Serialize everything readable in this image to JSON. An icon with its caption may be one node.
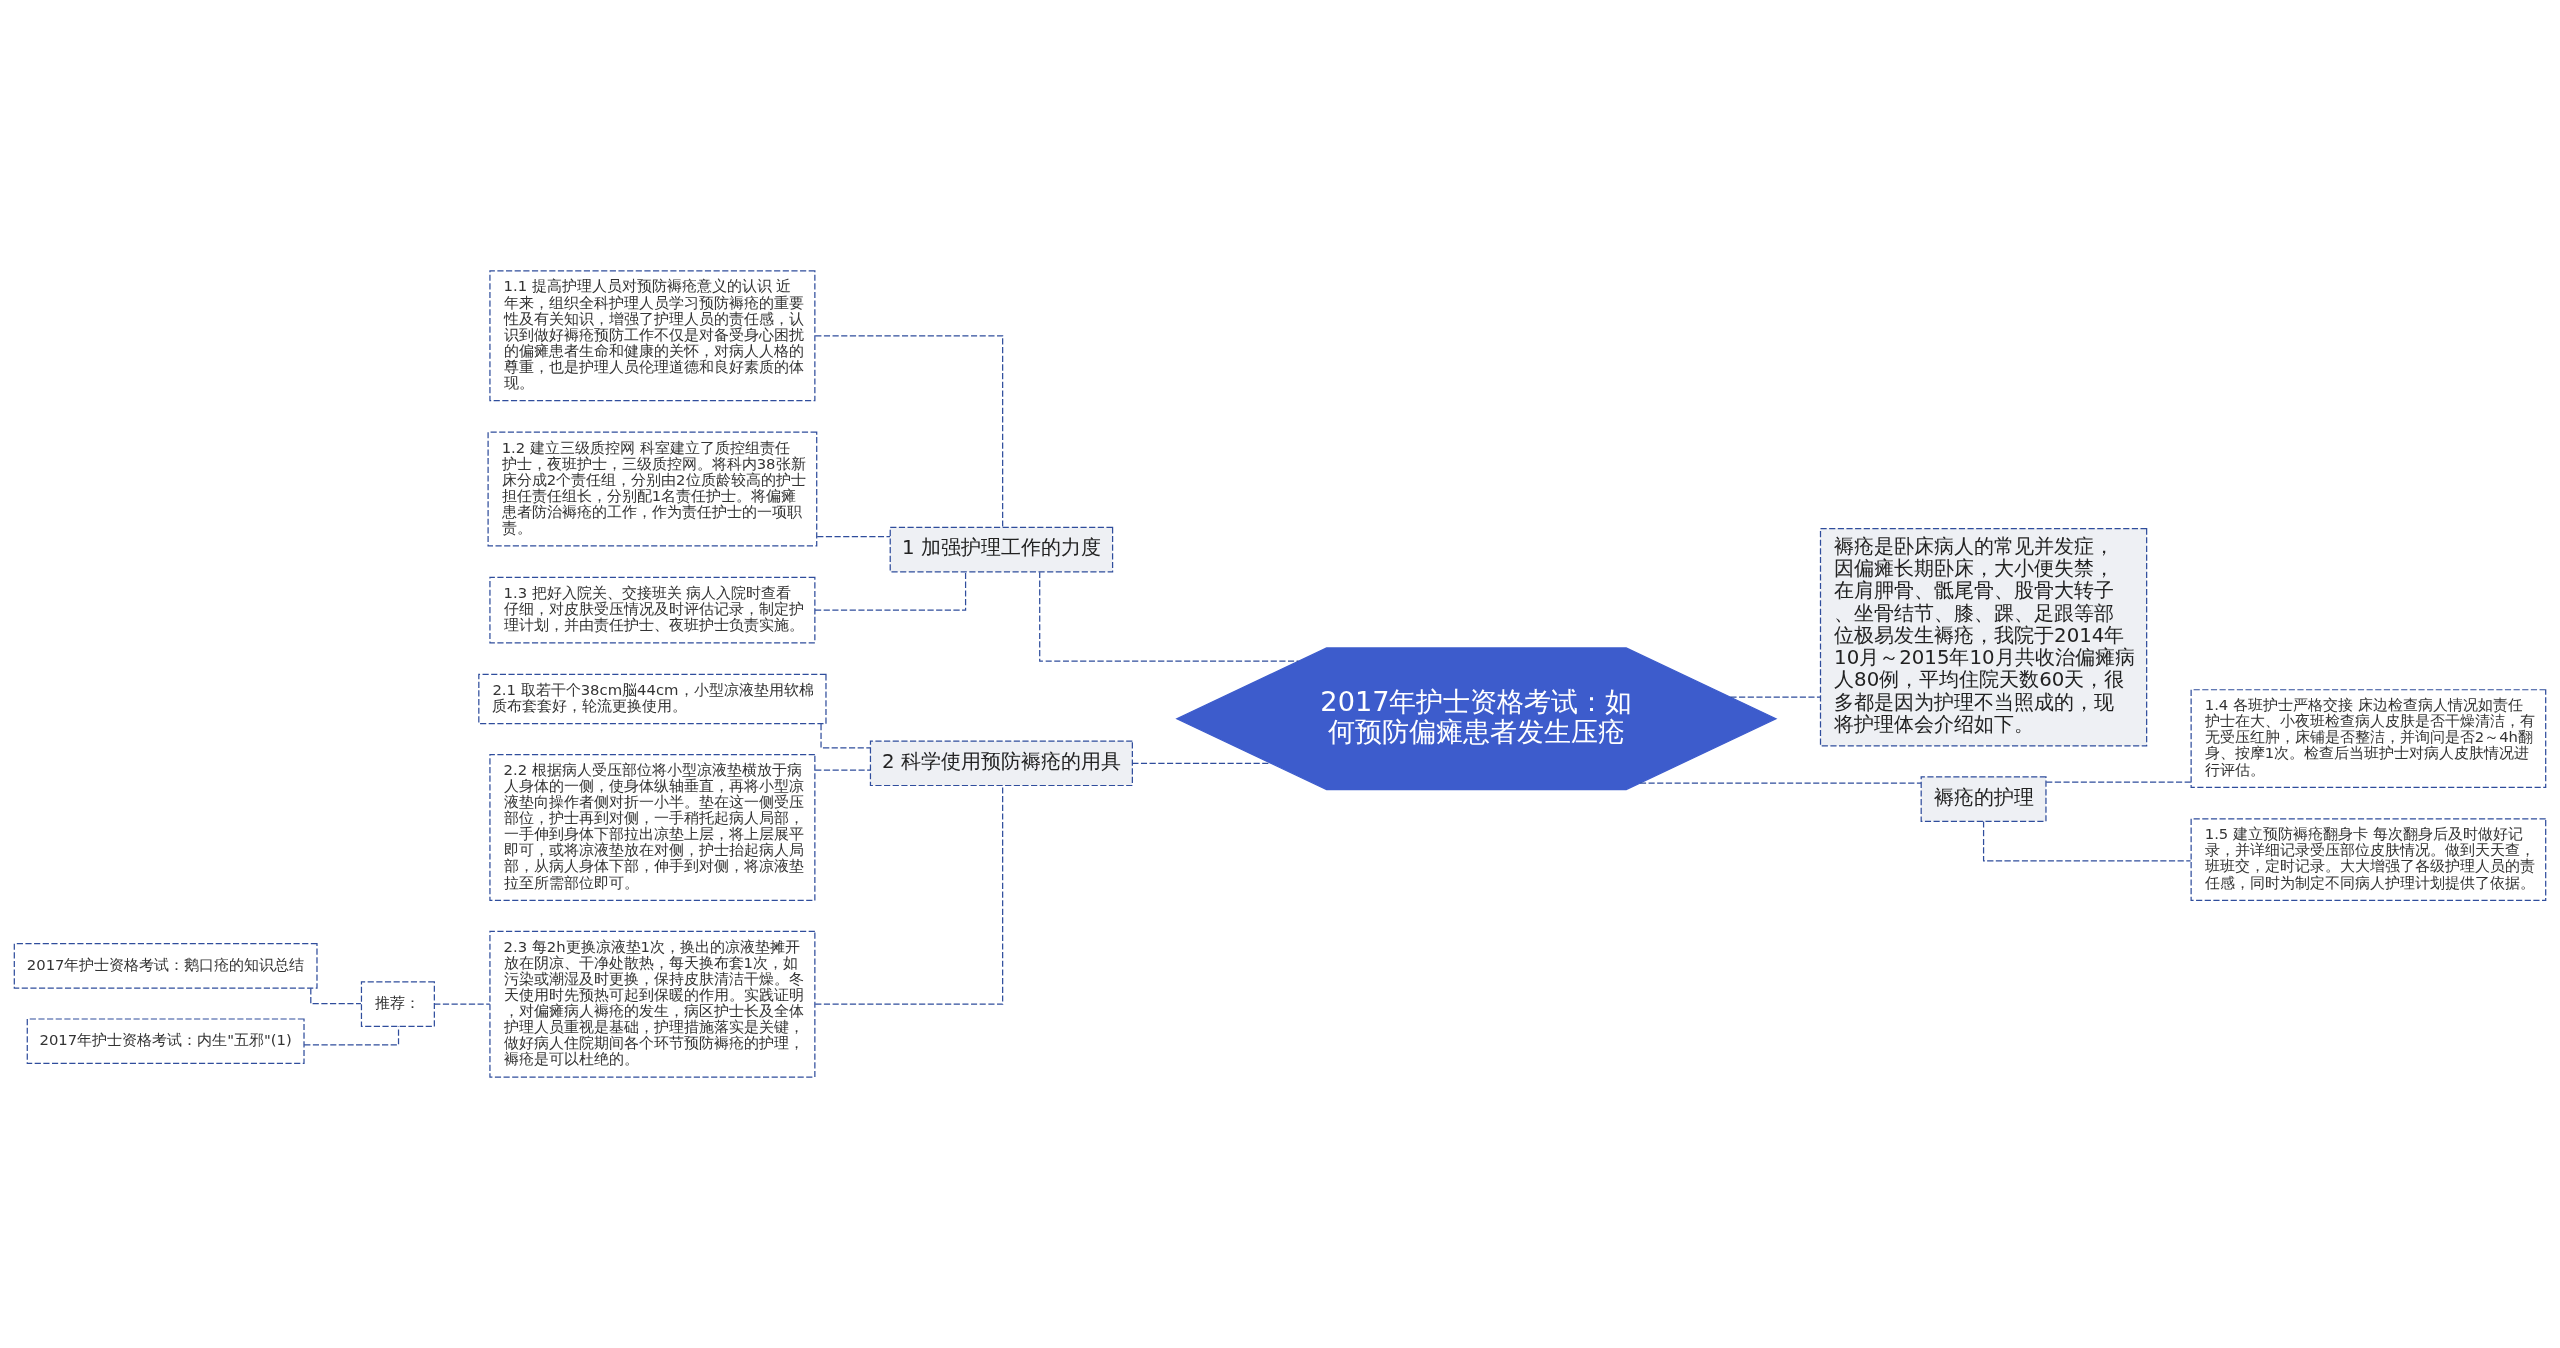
{
  "diagram": {
    "nodes": [
      {
        "text": [
          "2017年护士资格考试：如何预防偏瘫患者发生压疮"
        ]
      },
      {
        "text": [
          "1 加强护理工作的力度"
        ]
      },
      {
        "text": [
          "1.1 提高护理人员对预防褥疮意义的认识 近年来，组织全科护理人员学习预防褥疮的重要性及有关知识，增强了护理人员的责任感，认识到做好褥疮预防工作不仅是对备受身心困扰的偏瘫患者生命和健康的关怀，对病人人格的尊重，也是护理人员伦理道德和良好素质的体现。"
        ]
      },
      {
        "text": [
          "1.2 建立三级质控网 科室建立了质控组责任护士，夜班护士，三级质控网。将科内38张新床分成2个责任组，分别由2位质龄较高的护士担任责任组长，分别配1名责任护士。将偏瘫患者防治褥疮的工作，作为责任护士的一项职责。"
        ]
      },
      {
        "text": [
          "1.3 把好入院关、交接班关 病人入院时查看仔细，对皮肤受压情况及时评估记录，制定护理计划，并由责任护士、夜班护士负责实施。"
        ]
      },
      {
        "text": [
          "2 科学使用预防褥疮的用具"
        ]
      },
      {
        "text": [
          "2.1 取若干个38cm脳44cm，小型凉液垫用软棉质布套套好，轮流更换使用。"
        ]
      },
      {
        "text": [
          "2.2 根据病人受压部位将小型凉液垫横放于病人身体的一侧，使身体纵轴垂直，再将小型凉液垫向操作者侧对折一小半。垫在这一侧受压部位，护士再到对侧，一手稍托起病人局部，一手伸到身体下部拉出凉垫上层，将上层展平即可，或将凉液垫放在对侧，护士抬起病人局部，从病人身体下部，伸手到对侧，将凉液垫拉至所需部位即可。"
        ]
      },
      {
        "text": [
          "2.3 每2h更换凉液垫1次，换出的凉液垫摊开放在阴凉、干净处散热，每天换布套1次，如污染或潮湿及时更换，保持皮肤清洁干燥。冬天使用时先预热可起到保暖的作用。实践证明，对偏瘫病人褥疮的发生，病区护士长及全体护理人员重视是基础，护理措施落实是关键，做好病人住院期间各个环节预防褥疮的护理，褥疮是可以杜绝的。"
        ]
      },
      {
        "text": [
          "推荐："
        ]
      },
      {
        "text": [
          "2017年护士资格考试：鹅口疮的知识总结"
        ]
      },
      {
        "text": [
          "2017年护士资格考试：内生\"五邪\"(1)"
        ]
      },
      {
        "text": [
          "褥疮是卧床病人的常见并发症，因偏瘫长期卧床，大小便失禁，在肩胛骨、骶尾骨、股骨大转子、坐骨结节、膝、踝、足跟等部位极易发生褥疮，我院于2014年10月～2015年10月共收治偏瘫病人80例，平均住院天数60天，很多都是因为护理不当照成的，现将护理体会介绍如下。"
        ]
      },
      {
        "text": [
          "褥疮的护理"
        ]
      },
      {
        "text": [
          "1.4 各班护士严格交接 床边检查病人情况如责任护士在大、小夜班检查病人皮肤是否干燥清洁，有无受压红肿，床铺是否整洁，并询问是否2～4h翻身、按摩1次。检查后当班护士对病人皮肤情况进行评估。"
        ]
      },
      {
        "text": [
          "1.5 建立预防褥疮翻身卡 每次翻身后及时做好记录，并详细记录受压部位皮肤情况。做到天天查，班班交，定时记录。大大增强了各级护理人员的责任感，同时为制定不同病人护理计划提供了依据。"
        ]
      }
    ],
    "edges": [
      {
        "from": 0,
        "to": 1,
        "arrow": "none",
        "style": "dashed"
      },
      {
        "from": 1,
        "to": 2,
        "arrow": "none",
        "style": "dashed"
      },
      {
        "from": 1,
        "to": 3,
        "arrow": "none",
        "style": "dashed"
      },
      {
        "from": 1,
        "to": 4,
        "arrow": "none",
        "style": "dashed"
      },
      {
        "from": 0,
        "to": 5,
        "arrow": "none",
        "style": "dashed"
      },
      {
        "from": 5,
        "to": 6,
        "arrow": "none",
        "style": "dashed"
      },
      {
        "from": 5,
        "to": 7,
        "arrow": "none",
        "style": "dashed"
      },
      {
        "from": 5,
        "to": 8,
        "arrow": "none",
        "style": "dashed"
      },
      {
        "from": 8,
        "to": 9,
        "arrow": "none",
        "style": "dashed"
      },
      {
        "from": 9,
        "to": 10,
        "arrow": "none",
        "style": "dashed"
      },
      {
        "from": 9,
        "to": 11,
        "arrow": "none",
        "style": "dashed"
      },
      {
        "from": 0,
        "to": 12,
        "arrow": "none",
        "style": "dashed"
      },
      {
        "from": 0,
        "to": 13,
        "arrow": "none",
        "style": "dashed"
      },
      {
        "from": 13,
        "to": 14,
        "arrow": "none",
        "style": "dashed"
      },
      {
        "from": 13,
        "to": 15,
        "arrow": "none",
        "style": "dashed"
      }
    ]
  }
}
